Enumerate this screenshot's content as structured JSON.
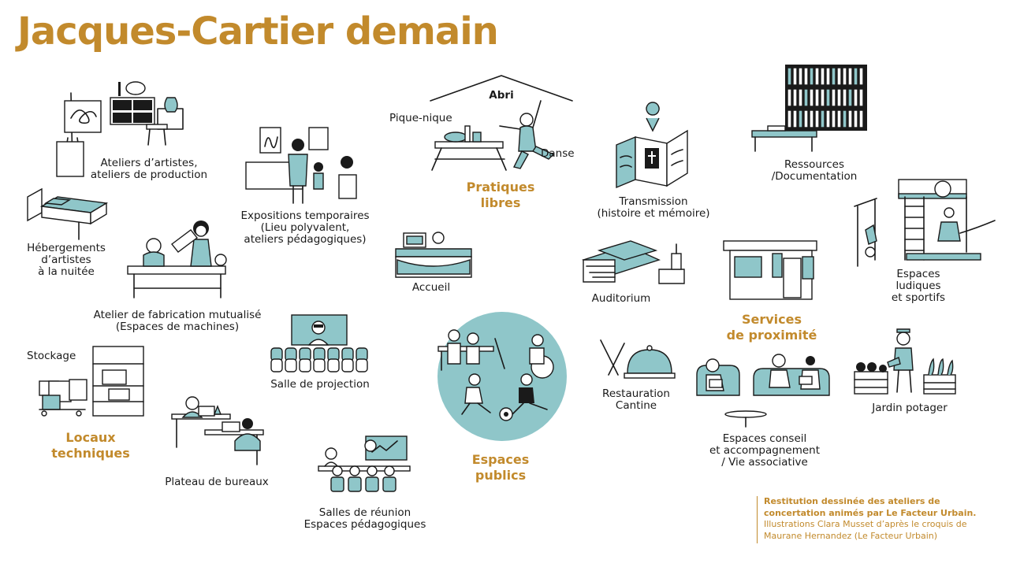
{
  "title": "Jacques-Cartier demain",
  "roof_label": "Abri",
  "categories": {
    "pratiques": "Pratiques\nlibres",
    "locaux": "Locaux\ntechniques",
    "espaces_publics": "Espaces\npublics",
    "services": "Services\nde proximité"
  },
  "labels": {
    "ateliers_artistes": "Ateliers d’artistes,\nateliers de production",
    "hebergements": "Hébergements\nd’artistes\nà la nuitée",
    "expositions": "Expositions temporaires\n(Lieu polyvalent,\nateliers pédagogiques)",
    "pique_nique": "Pique-nique",
    "danse": "Danse",
    "transmission": "Transmission\n(histoire et mémoire)",
    "ressources": "Ressources\n/Documentation",
    "accueil": "Accueil",
    "atelier_fabrication": "Atelier de fabrication mutualisé\n(Espaces de machines)",
    "auditorium": "Auditorium",
    "espaces_ludiques": "Espaces ludiques\net sportifs",
    "stockage": "Stockage",
    "salle_projection": "Salle de projection",
    "restauration": "Restauration\nCantine",
    "espaces_conseil": "Espaces conseil\net accompagnement\n/ Vie associative",
    "jardin": "Jardin potager",
    "plateau_bureaux": "Plateau de bureaux",
    "salles_reunion": "Salles de réunion\nEspaces pédagogiques"
  },
  "credit": {
    "line1": "Restitution dessinée des ateliers de concertation animés par Le Facteur Urbain.",
    "line2": "Illustrations Clara Musset d’après le croquis de Maurane Hernandez (Le Facteur Urbain)"
  },
  "colors": {
    "accent": "#c28a2c",
    "teal": "#8fc6c9",
    "ink": "#1a1a1a"
  }
}
